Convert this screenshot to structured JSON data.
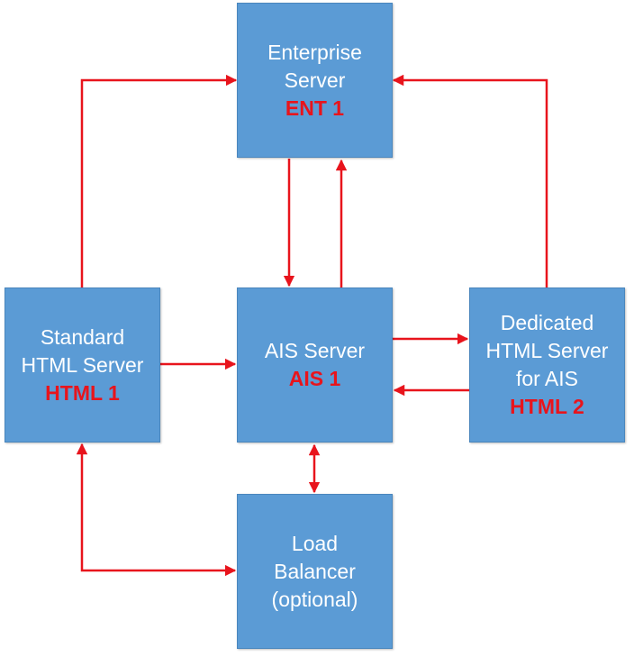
{
  "nodes": {
    "enterprise": {
      "lines": [
        "Enterprise",
        "Server"
      ],
      "id": "ENT 1"
    },
    "ais": {
      "lines": [
        "AIS Server"
      ],
      "id": "AIS 1"
    },
    "standard": {
      "lines": [
        "Standard",
        "HTML Server"
      ],
      "id": "HTML 1"
    },
    "dedicated": {
      "lines": [
        "Dedicated",
        "HTML Server",
        "for AIS"
      ],
      "id": "HTML 2"
    },
    "loadbal": {
      "lines": [
        "Load",
        "Balancer",
        "(optional)"
      ]
    }
  },
  "colors": {
    "box_fill": "#5b9bd5",
    "label_text": "#ffffff",
    "id_text": "#e8141c",
    "arrow": "#e8141c"
  }
}
